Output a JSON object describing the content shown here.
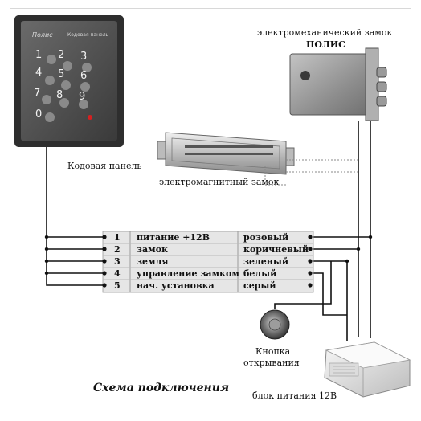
{
  "labels": {
    "lock_title": "электромеханический замок",
    "lock_brand": "ПОЛИС",
    "keypad_label": "Кодовая панель",
    "magnet_label": "электромагнитный замок",
    "button_label_1": "Кнопка",
    "button_label_2": "открывания",
    "psu_label": "блок питания 12В",
    "scheme_title": "Схема подключения",
    "keypad_brand": "Полис",
    "keypad_model": "Кодовая панель"
  },
  "keypad": {
    "keys": [
      "1",
      "2",
      "3",
      "4",
      "5",
      "6",
      "7",
      "8",
      "9",
      "0"
    ]
  },
  "pins": [
    {
      "num": "1",
      "function": "питание +12В",
      "color": "розовый"
    },
    {
      "num": "2",
      "function": "замок",
      "color": "коричневый"
    },
    {
      "num": "3",
      "function": "земля",
      "color": "зеленый"
    },
    {
      "num": "4",
      "function": "управление замком",
      "color": "белый"
    },
    {
      "num": "5",
      "function": "нач. установка",
      "color": "серый"
    }
  ],
  "colors": {
    "keypad_body": "#4a4a4a",
    "keypad_frame": "#2e2e2e",
    "key_led": "#d62020",
    "lock_body": "#9a9a9a",
    "wire": "#111111",
    "terminal_bg": "#e6e6e6"
  }
}
